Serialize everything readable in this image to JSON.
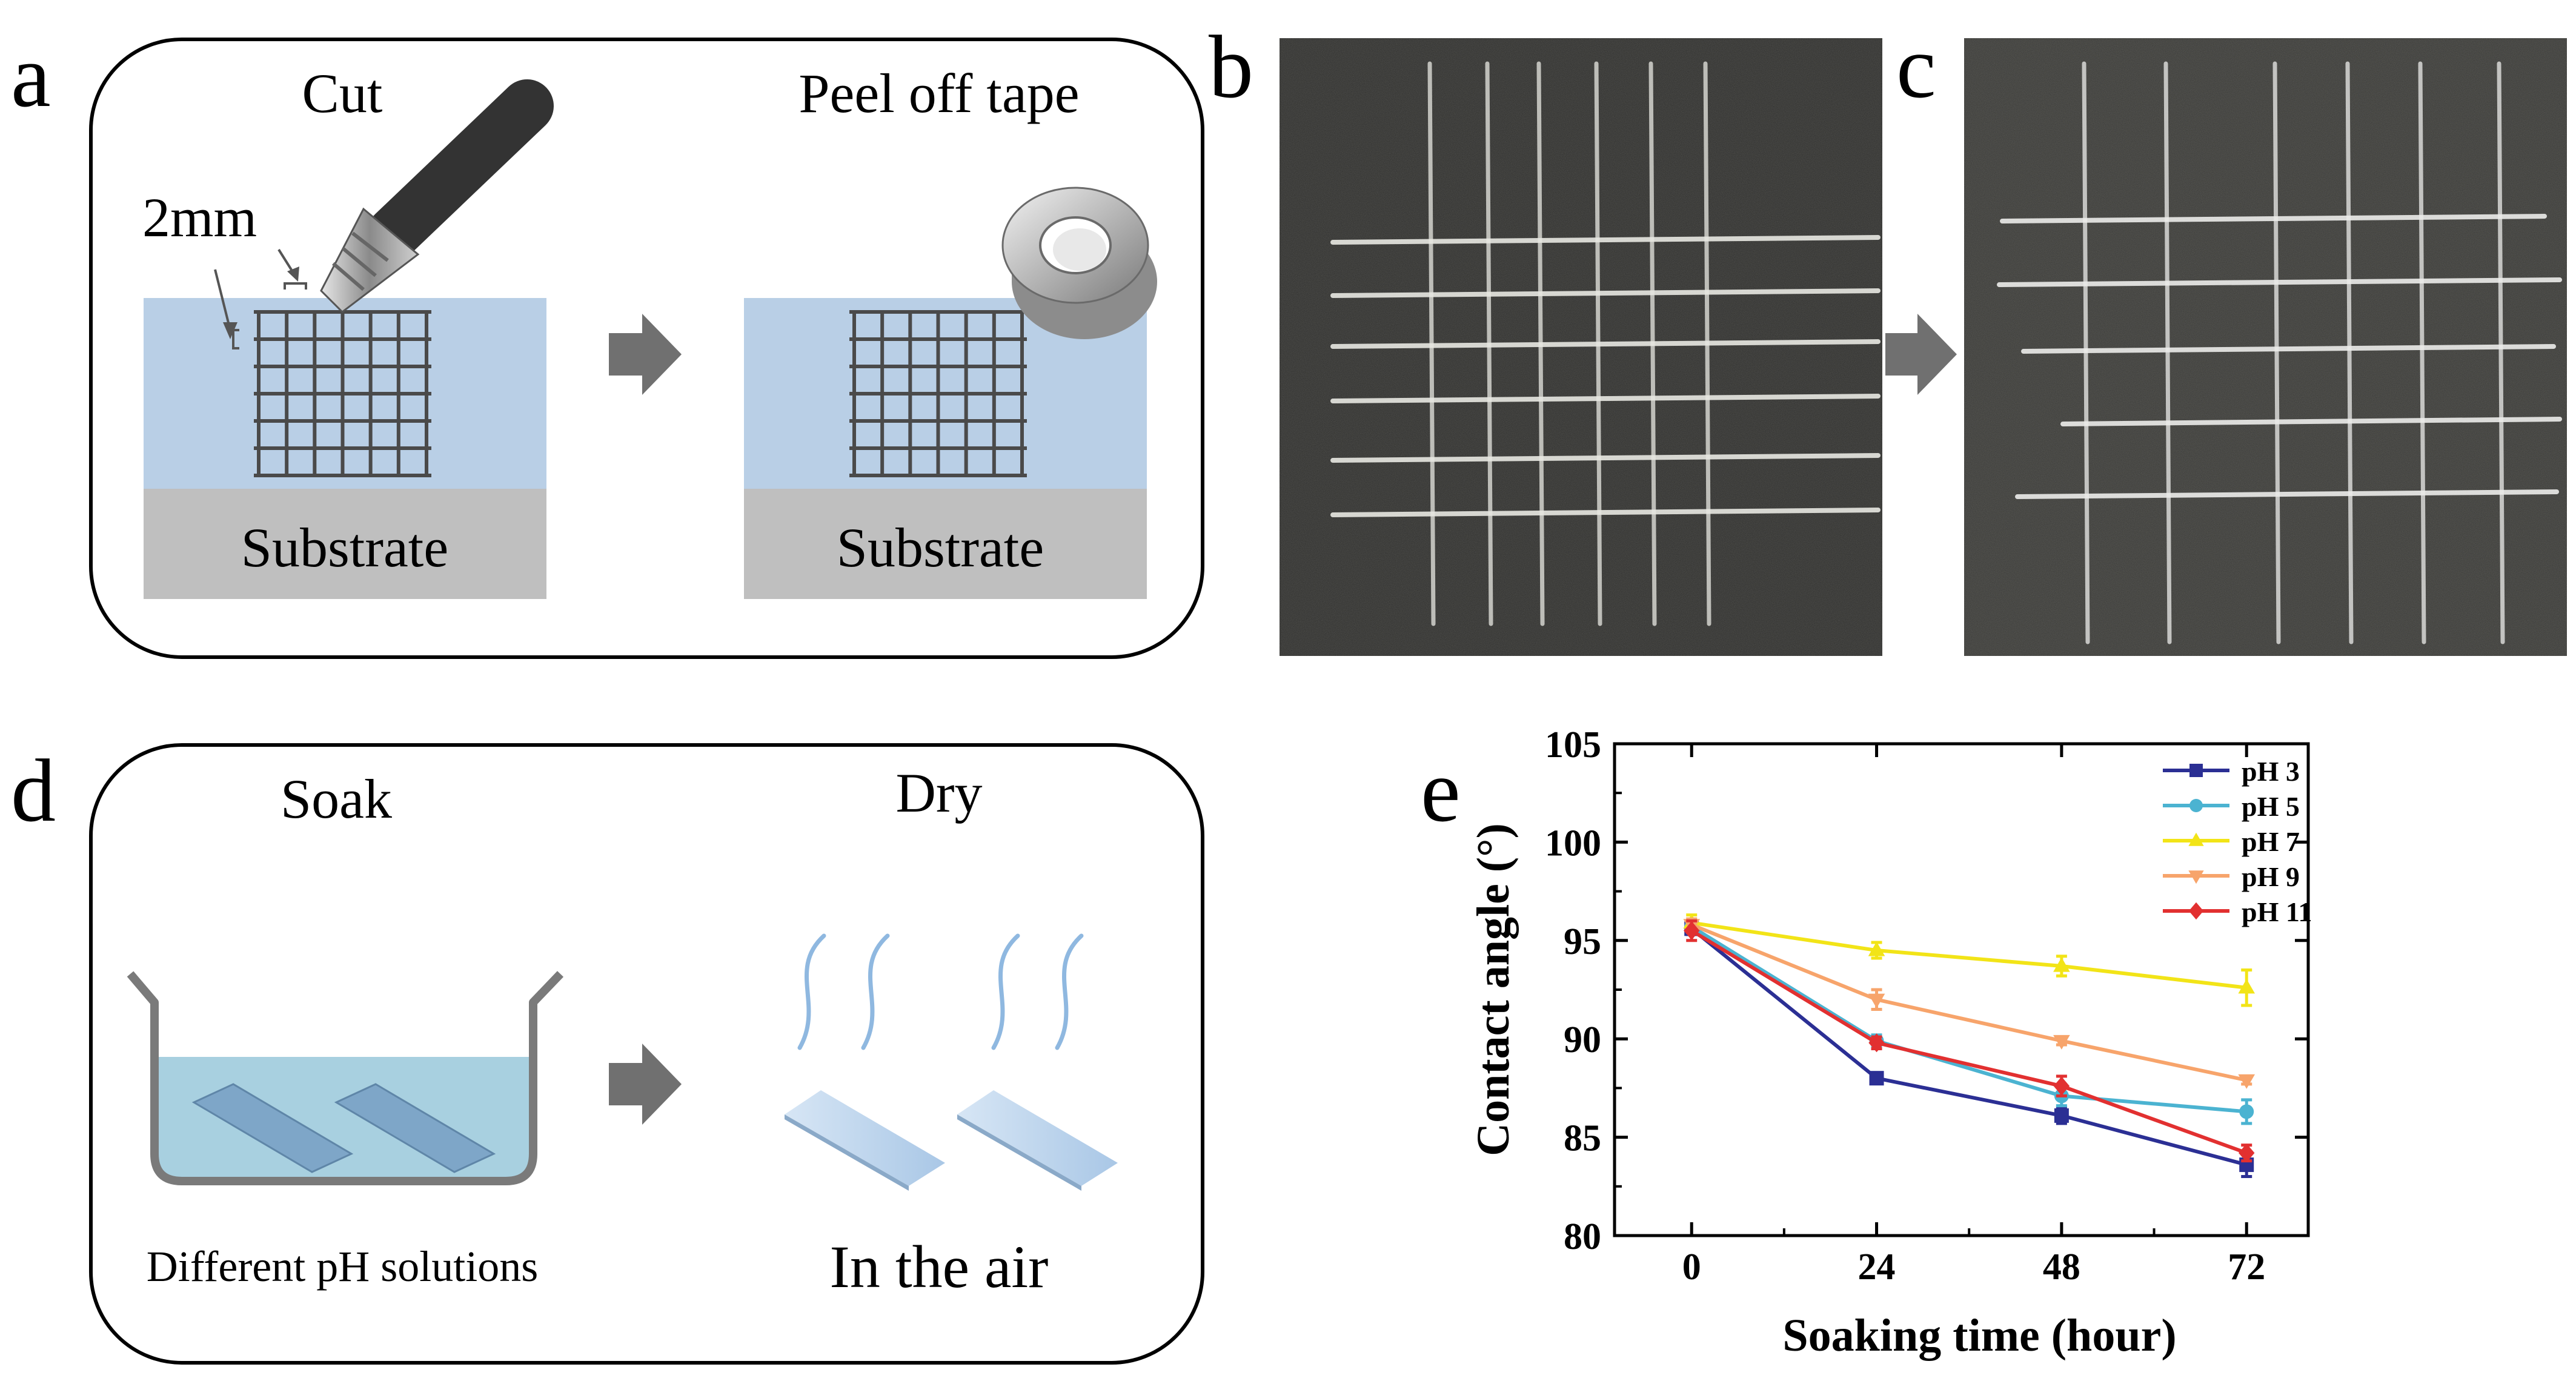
{
  "panels": {
    "a": {
      "label": "a",
      "step1_title": "Cut",
      "step2_title": "Peel off tape",
      "spacing_label": "2mm",
      "substrate_label_1": "Substrate",
      "substrate_label_2": "Substrate"
    },
    "b": {
      "label": "b"
    },
    "c": {
      "label": "c"
    },
    "d": {
      "label": "d",
      "step1_title": "Soak",
      "step2_title": "Dry",
      "step1_caption": "Different pH solutions",
      "step2_caption": "In the air"
    },
    "e": {
      "label": "e"
    }
  },
  "colors": {
    "coating": "#b9cfe6",
    "substrate": "#bfbfbf",
    "grid_lines": "#4a4a4a",
    "arrow": "#707070",
    "photo_bg": "#2f2f2d",
    "photo_bg_c": "#3a3a37",
    "water": "#a8d0e0",
    "water_slide": "#7ea6c8",
    "air_slide": "#bcd6ee",
    "vapor": "#8fb8e0"
  },
  "chart_data": {
    "type": "line",
    "xlabel": "Soaking time (hour)",
    "ylabel": "Contact angle (°)",
    "x": [
      0,
      24,
      48,
      72
    ],
    "x_ticks": [
      "0",
      "24",
      "48",
      "72"
    ],
    "y_ticks": [
      "80",
      "85",
      "90",
      "95",
      "100",
      "105"
    ],
    "xlim": [
      -10,
      80
    ],
    "ylim": [
      80,
      105
    ],
    "legend_position": "top-right",
    "grid": false,
    "series": [
      {
        "name": "pH 3",
        "color": "#2b2f94",
        "marker": "square",
        "values": [
          95.6,
          88.0,
          86.1,
          83.6
        ],
        "errors": [
          0.3,
          0.2,
          0.4,
          0.6
        ]
      },
      {
        "name": "pH 5",
        "color": "#4bb3d1",
        "marker": "circle",
        "values": [
          95.7,
          89.9,
          87.1,
          86.3
        ],
        "errors": [
          0.3,
          0.3,
          0.5,
          0.6
        ]
      },
      {
        "name": "pH 7",
        "color": "#f2e417",
        "marker": "triangle-up",
        "values": [
          95.9,
          94.5,
          93.7,
          92.6
        ],
        "errors": [
          0.4,
          0.4,
          0.5,
          0.9
        ]
      },
      {
        "name": "pH 9",
        "color": "#f7a46b",
        "marker": "triangle-down",
        "values": [
          95.8,
          92.0,
          89.9,
          87.9
        ],
        "errors": [
          0.3,
          0.5,
          0.2,
          0.2
        ]
      },
      {
        "name": "pH 11",
        "color": "#e23030",
        "marker": "diamond",
        "values": [
          95.5,
          89.8,
          87.6,
          84.2
        ],
        "errors": [
          0.5,
          0.3,
          0.5,
          0.4
        ]
      }
    ]
  }
}
